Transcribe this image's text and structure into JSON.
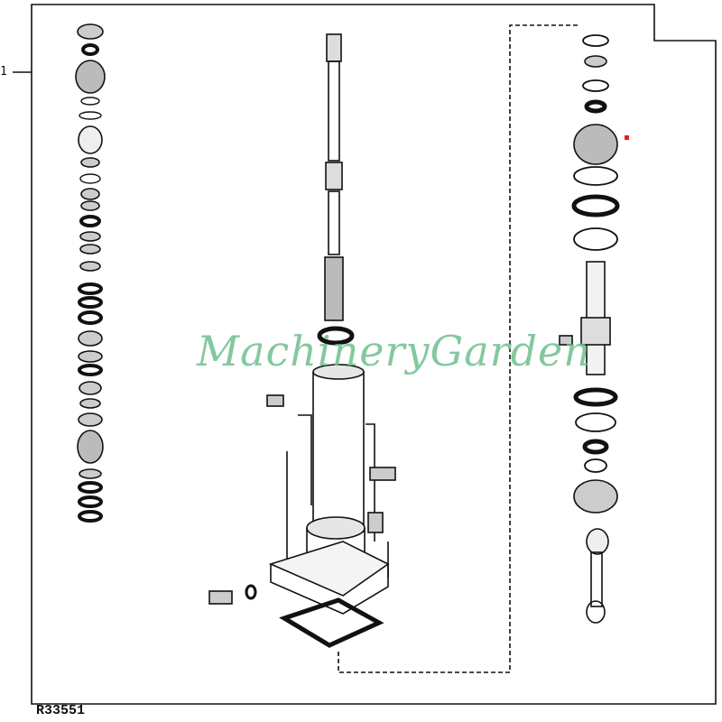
{
  "diagram": {
    "callout_number": "1",
    "figure_id": "R33551",
    "watermark": "MachineryGarden",
    "marker_color": "#e02020",
    "line_color": "#111111",
    "watermark_color": "#6fbf8e"
  }
}
